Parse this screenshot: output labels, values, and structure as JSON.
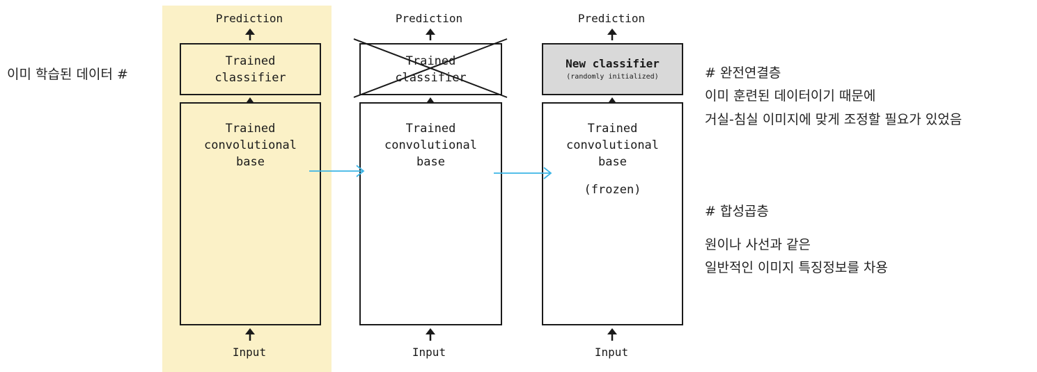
{
  "colors": {
    "highlight": "#fbf1c7",
    "new_classifier_fill": "#d9d9d9",
    "arrow_blue": "#3bb4e5",
    "stroke": "#1a1a1a"
  },
  "left_note": "이미 학습된 데이터 #",
  "panels": [
    {
      "prediction": "Prediction",
      "classifier_line1": "Trained",
      "classifier_line2": "classifier",
      "base_line1": "Trained",
      "base_line2": "convolutional",
      "base_line3": "base",
      "input": "Input"
    },
    {
      "prediction": "Prediction",
      "classifier_line1": "Trained",
      "classifier_line2": "classifier",
      "base_line1": "Trained",
      "base_line2": "convolutional",
      "base_line3": "base",
      "input": "Input"
    },
    {
      "prediction": "Prediction",
      "classifier_line1": "New classifier",
      "classifier_line2": "(randomly initialized)",
      "base_line1": "Trained",
      "base_line2": "convolutional",
      "base_line3": "base",
      "base_line4": "(frozen)",
      "input": "Input"
    }
  ],
  "right_notes": {
    "fc_title": "# 완전연결층",
    "fc_line1": "이미 훈련된 데이터이기 때문에",
    "fc_line2": "거실-침실 이미지에 맞게 조정할 필요가 있었음",
    "conv_title": "# 합성곱층",
    "conv_line1": "원이나 사선과 같은",
    "conv_line2": "일반적인 이미지 특징정보를 차용"
  }
}
